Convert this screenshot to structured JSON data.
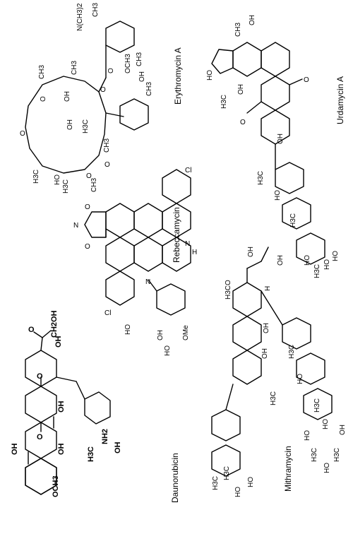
{
  "compounds": [
    {
      "name": "Daunorubicin",
      "labels": [
        "CH2OH",
        "OH",
        "OH",
        "OH",
        "OCH3",
        "NH2",
        "OH",
        "H3C"
      ]
    },
    {
      "name": "Rebeccamycin",
      "labels": [
        "Cl",
        "Cl",
        "N",
        "H",
        "N",
        "OH",
        "OMe",
        "HO",
        "HO"
      ]
    },
    {
      "name": "Erythromycin A",
      "labels": [
        "N(CH3)2",
        "CH3",
        "OCH3",
        "CH3",
        "CH3",
        "CH3",
        "OH",
        "CH3",
        "CH3",
        "H3C",
        "H3C",
        "OH",
        "H3C",
        "HO",
        "CH3",
        "O",
        "O",
        "O",
        "O"
      ]
    },
    {
      "name": "Mithramycin",
      "labels": [
        "H3CO",
        "H",
        "OH",
        "OH",
        "OH",
        "OH",
        "H3C",
        "H3C",
        "HO",
        "HO",
        "H3C",
        "HO",
        "H3C",
        "HO",
        "OH",
        "HO",
        "H3C",
        "HO",
        "H3C"
      ]
    },
    {
      "name": "Urdamycin A",
      "labels": [
        "CH3",
        "OH",
        "HO",
        "H3C",
        "OH",
        "HO",
        "OH",
        "H3C",
        "HO",
        "H3C",
        "HO",
        "HO",
        "O",
        "O"
      ]
    }
  ]
}
